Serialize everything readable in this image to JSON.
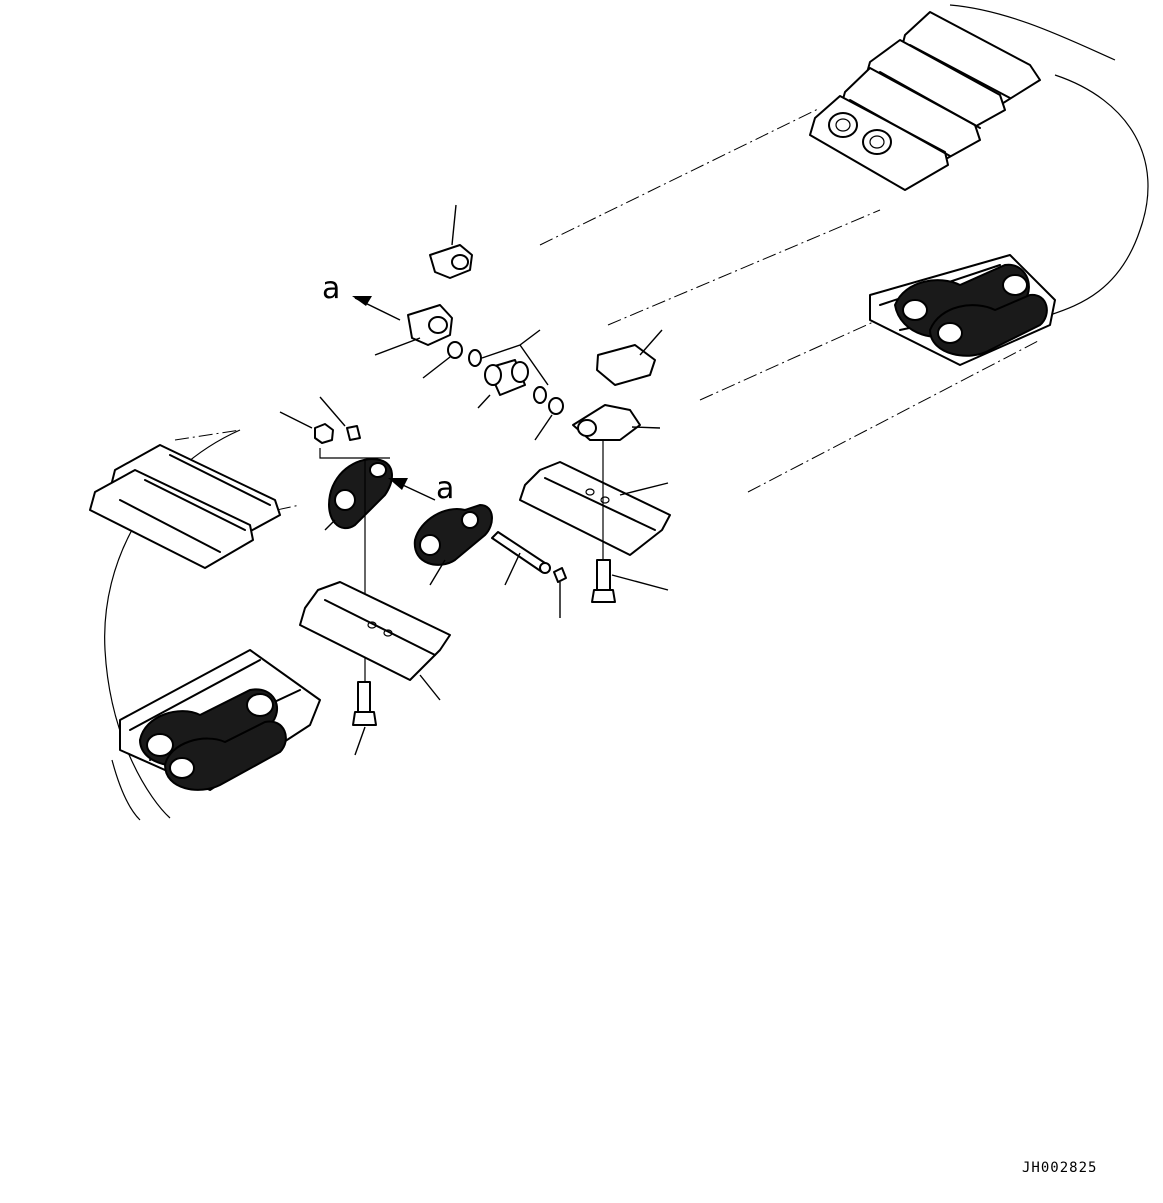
{
  "diagram": {
    "view_labels": [
      "a",
      "a"
    ],
    "drawing_code": "JH002825"
  }
}
